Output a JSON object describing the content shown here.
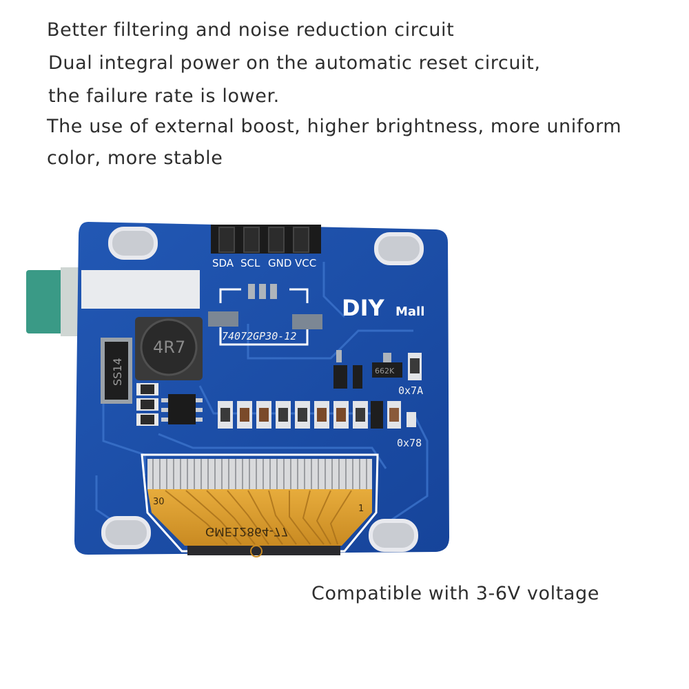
{
  "description": {
    "lines": [
      "Better filtering and noise reduction circuit",
      "Dual integral power on the automatic reset circuit,",
      "the failure rate is lower.",
      "The use of external boost, higher brightness, more uniform",
      "color, more stable"
    ],
    "bottom_caption": "Compatible with 3-6V voltage"
  },
  "pcb": {
    "pin_labels": [
      "SDA",
      "SCL",
      "GND",
      "VCC"
    ],
    "brand_big": "DIY",
    "brand_small": "Mall",
    "part_code": "74072GP30-12",
    "inductor_marking": "4R7",
    "diode_marking": "SS14",
    "regulator_marking": "662K",
    "address_a": "0x7A",
    "address_b": "0x78",
    "flex_label": "GME12864-77",
    "flex_pin_30": "30",
    "flex_pin_1": "1",
    "colors": {
      "board": "#1a4fa8",
      "trace": "#2f67c0",
      "flex": "#e0a030",
      "tab": "#3a9a86"
    }
  }
}
